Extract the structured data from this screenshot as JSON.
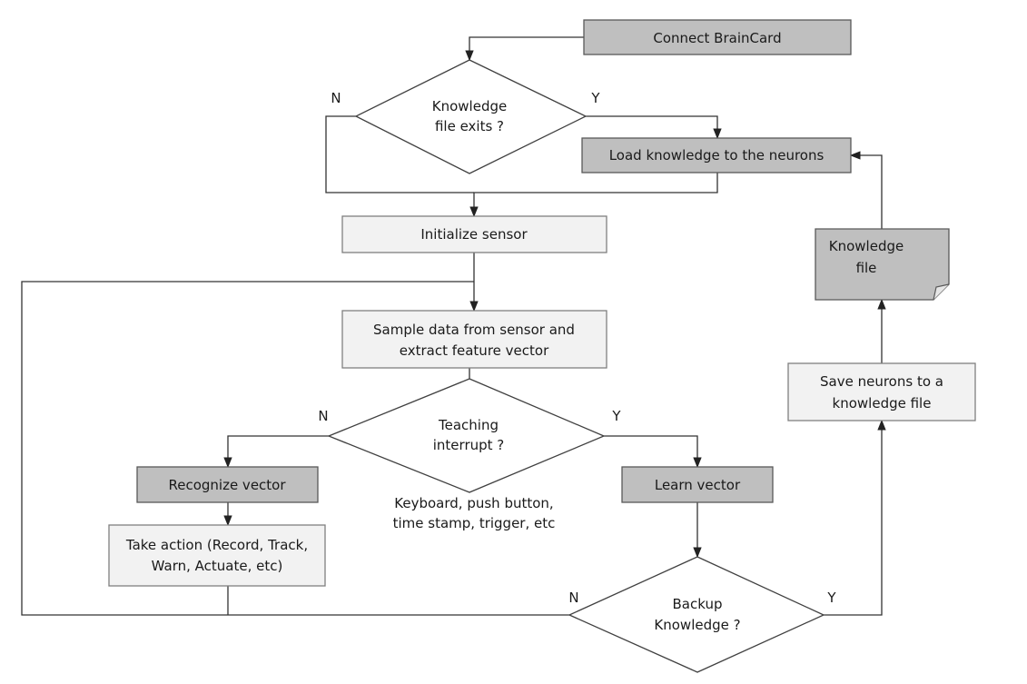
{
  "nodes": {
    "connect": "Connect  BrainCard",
    "knowledge_exists": [
      "Knowledge",
      "file exits ?"
    ],
    "load_knowledge": "Load knowledge to the neurons",
    "initialize_sensor": "Initialize sensor",
    "sample_data": [
      "Sample data  from sensor and",
      "extract feature vector"
    ],
    "teaching_interrupt": [
      "Teaching",
      "interrupt ?"
    ],
    "interrupt_sources": [
      "Keyboard, push button,",
      "time stamp, trigger, etc"
    ],
    "recognize_vector": "Recognize vector",
    "learn_vector": "Learn vector",
    "take_action": [
      "Take action (Record, Track,",
      "Warn, Actuate, etc)"
    ],
    "backup_knowledge": [
      "Backup",
      "Knowledge ?"
    ],
    "save_neurons": [
      "Save neurons to a",
      "knowledge file"
    ],
    "knowledge_file": [
      "Knowledge",
      "file"
    ]
  },
  "branch_labels": {
    "yes": "Y",
    "no": "N"
  },
  "colors": {
    "dark_box": "#bfbfbf",
    "light_box": "#f2f2f2",
    "line": "#333333"
  }
}
